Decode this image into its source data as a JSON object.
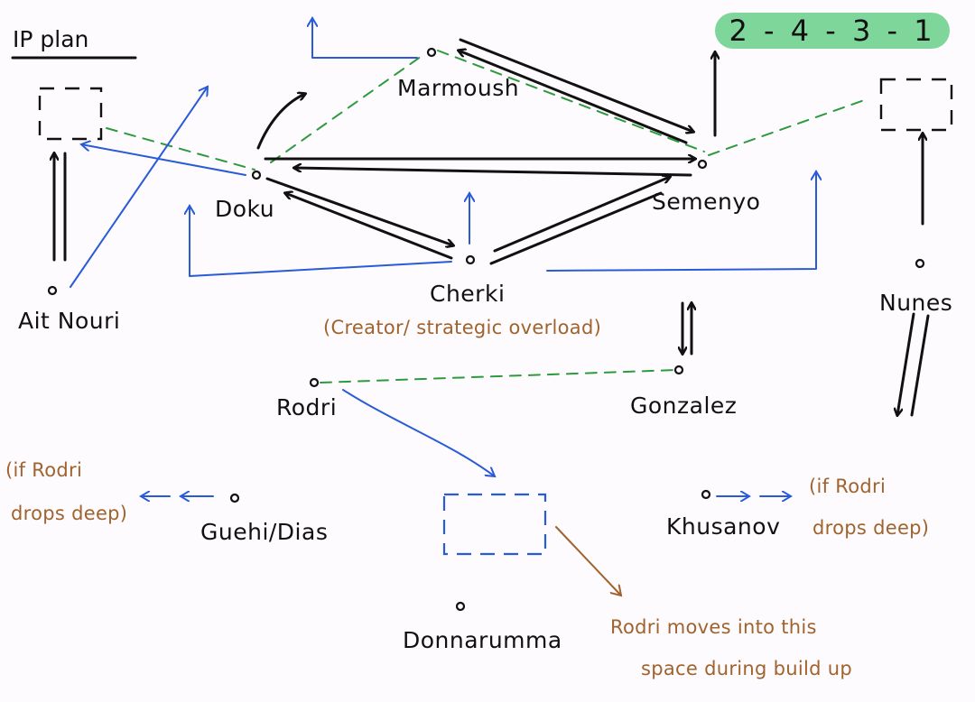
{
  "title": "IP plan",
  "formation": "2 - 4 - 3 - 1",
  "colors": {
    "formation_badge": "#7fd69a",
    "pass_lines": "#2e9a3e",
    "blue_runs": "#2a5bd7",
    "notes": "#a0632e"
  },
  "players": {
    "marmoush": "Marmoush",
    "doku": "Doku",
    "semenyo": "Semenyo",
    "cherki": "Cherki",
    "ait_nouri": "Ait Nouri",
    "nunes": "Nunes",
    "rodri": "Rodri",
    "gonzalez": "Gonzalez",
    "guehi_dias": "Guehi/Dias",
    "khusanov": "Khusanov",
    "donnarumma": "Donnarumma"
  },
  "notes": {
    "cherki_role": "(Creator/ strategic overload)",
    "if_rodri_left_1": "(if Rodri",
    "if_rodri_left_2": "drops deep)",
    "if_rodri_right_1": "(if Rodri",
    "if_rodri_right_2": "drops deep)",
    "rodri_space_1": "Rodri moves into this",
    "rodri_space_2": "space during build up"
  }
}
